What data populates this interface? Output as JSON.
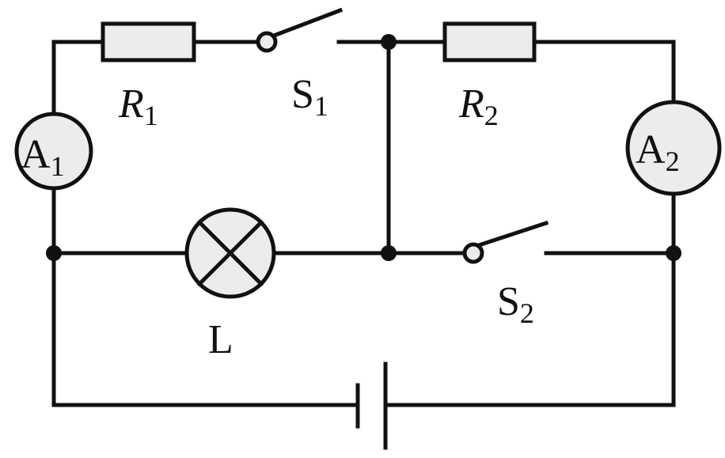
{
  "labels": {
    "r1": {
      "letter": "R",
      "sub": "1"
    },
    "r2": {
      "letter": "R",
      "sub": "2"
    },
    "s1": {
      "letter": "S",
      "sub": "1"
    },
    "s2": {
      "letter": "S",
      "sub": "2"
    },
    "a1": {
      "letter": "A",
      "sub": "1"
    },
    "a2": {
      "letter": "A",
      "sub": "2"
    },
    "lamp": "L"
  },
  "colors": {
    "wire": "#111111",
    "component_fill": "#ececec",
    "background": "#ffffff"
  }
}
